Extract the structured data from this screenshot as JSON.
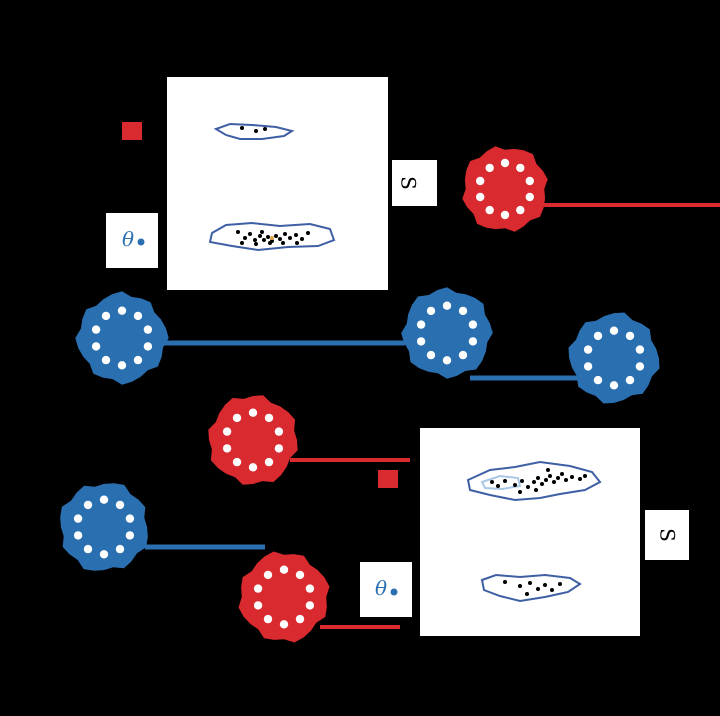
{
  "labels": {
    "theta_symbol": "θ",
    "s_label": "S"
  },
  "colors": {
    "background": "#000000",
    "panel": "#ffffff",
    "blue": "#2a6fb0",
    "red": "#d82a2f",
    "contour": "#3f5fa5",
    "point": "#000000"
  },
  "icons": [
    "ring-of-dots-blob",
    "theta-marker",
    "red-square-marker"
  ]
}
